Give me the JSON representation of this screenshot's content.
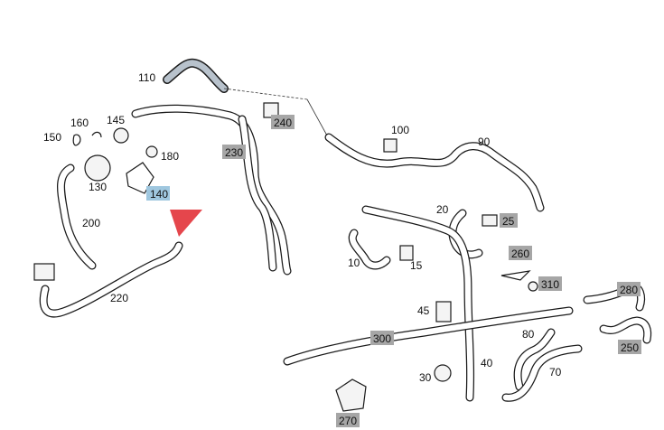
{
  "colors": {
    "callout_box": "#a6a6a6",
    "callout_highlight": "#9fc7df",
    "hose_outline": "#1a1a1a",
    "hose_fill": "#ffffff",
    "hose_110_fill": "#b8c2cc",
    "marker": "#e0262d"
  },
  "labels": {
    "p10": "10",
    "p15": "15",
    "p20": "20",
    "p25": "25",
    "p30": "30",
    "p40": "40",
    "p45": "45",
    "p70": "70",
    "p80": "80",
    "p90": "90",
    "p100": "100",
    "p110": "110",
    "p130": "130",
    "p140": "140",
    "p145": "145",
    "p150": "150",
    "p160": "160",
    "p180": "180",
    "p200": "200",
    "p220": "220",
    "p230": "230",
    "p240": "240",
    "p250": "250",
    "p260": "260",
    "p270": "270",
    "p280": "280",
    "p300": "300",
    "p310": "310"
  }
}
